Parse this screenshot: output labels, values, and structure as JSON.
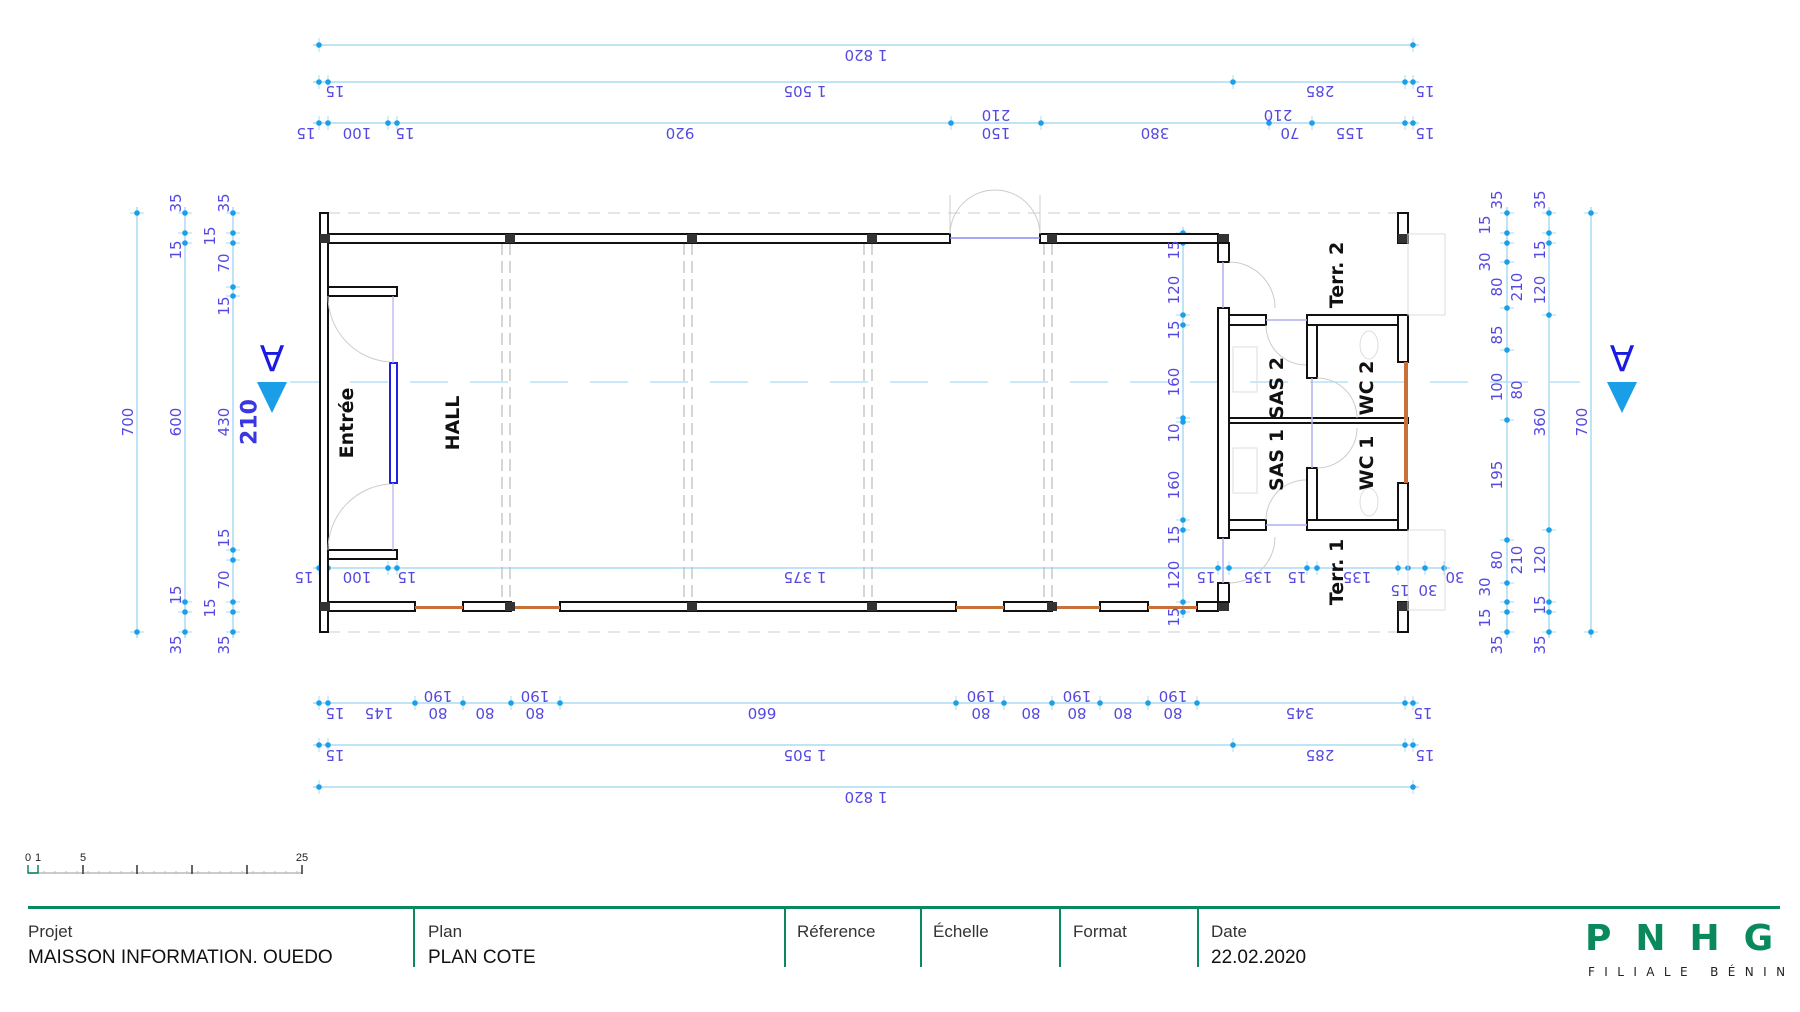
{
  "title_block": {
    "project_label": "Projet",
    "project_value": "MAISSON INFORMATION. OUEDO",
    "plan_label": "Plan",
    "plan_value": "PLAN COTE",
    "reference_label": "Réference",
    "scale_label": "Échelle",
    "format_label": "Format",
    "date_label": "Date",
    "date_value": "22.02.2020"
  },
  "logo": {
    "mark": "PNHG",
    "subtitle": "FILIALE BÉNIN"
  },
  "scale_bar": {
    "labels": [
      "0",
      "1",
      "5",
      "25"
    ]
  },
  "section_marker": {
    "label": "A",
    "height": "210"
  },
  "rooms": {
    "entree": "Entrée",
    "hall": "HALL",
    "sas1": "SAS 1",
    "sas2": "SAS 2",
    "wc1": "WC 1",
    "wc2": "WC 2",
    "terr1": "Terr. 1",
    "terr2": "Terr. 2"
  },
  "dims": {
    "top": {
      "r1": [
        "1 820"
      ],
      "r2": [
        "15",
        "1 505",
        "285",
        "15"
      ],
      "r3": [
        "15",
        "100",
        "15",
        "920",
        "210",
        "150",
        "380",
        "210",
        "70",
        "155",
        "15"
      ]
    },
    "bottom": {
      "r1": [
        "15",
        "145",
        "190",
        "80",
        "80",
        "190",
        "80",
        "660",
        "190",
        "80",
        "80",
        "190",
        "80",
        "80",
        "190",
        "80",
        "345",
        "15"
      ],
      "r2": [
        "15",
        "1 505",
        "285",
        "15"
      ],
      "r3": [
        "1 820"
      ]
    },
    "interior_bottom": [
      "15",
      "100",
      "15",
      "1 375",
      "15",
      "135",
      "15",
      "135",
      "15",
      "30",
      "30"
    ],
    "interior_right": [
      "15",
      "120",
      "15",
      "160",
      "10",
      "160",
      "15",
      "120",
      "15"
    ],
    "left": {
      "c1": [
        "700"
      ],
      "c2": [
        "35",
        "15",
        "600",
        "15",
        "35"
      ],
      "c3": [
        "35",
        "15",
        "70",
        "15",
        "430",
        "15",
        "70",
        "15",
        "35"
      ]
    },
    "right": {
      "a": [
        "35",
        "15",
        "30",
        "80",
        "210",
        "85",
        "100",
        "80",
        "195",
        "80",
        "210",
        "30",
        "15",
        "35"
      ],
      "b": [
        "35",
        "15",
        "120",
        "360",
        "120",
        "15",
        "35"
      ],
      "c": [
        "700"
      ]
    }
  },
  "colors": {
    "dimension_text": "#5548e0",
    "dimension_line": "#a9dcf3",
    "dimension_dot": "#1aa0e8",
    "section_arrow": "#1a9ee8",
    "window_orange": "#c8703a",
    "brand_green": "#0a8a5c"
  }
}
